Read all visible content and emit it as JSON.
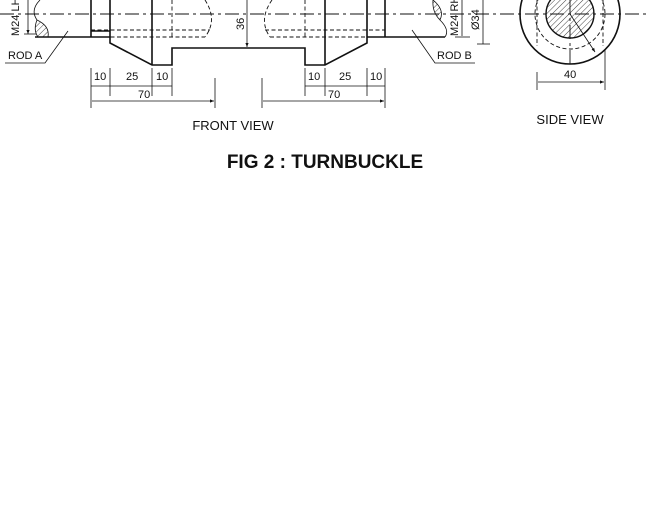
{
  "drawing": {
    "caption": "FIG 2 : TURNBUCKLE",
    "front_view_label": "FRONT VIEW",
    "side_view_label": "SIDE VIEW",
    "rod_a_label": "ROD A",
    "rod_b_label": "ROD B",
    "thread_left": "M24 LH",
    "thread_right": "M24 RH",
    "diameter": "Ø34",
    "height_dim": "36",
    "dims_left": [
      "10",
      "25",
      "10",
      "70"
    ],
    "dims_right": [
      "10",
      "25",
      "10",
      "70"
    ],
    "side_width_dim": "40"
  }
}
